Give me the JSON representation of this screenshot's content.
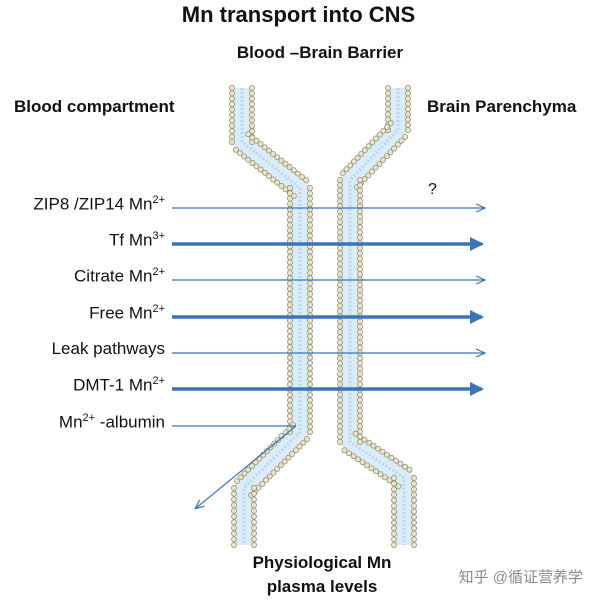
{
  "title": "Mn transport into CNS",
  "barrier_label": "Blood –Brain Barrier",
  "left_region": "Blood compartment",
  "right_region": "Brain Parenchyma",
  "bottom_label_line1": "Physiological Mn",
  "bottom_label_line2": "plasma levels",
  "question_mark": "?",
  "watermark": "知乎 @循证营养学",
  "pathways": [
    {
      "pre": "ZIP8 /ZIP14 Mn",
      "sup": "2+",
      "post": "",
      "arrow": "thin"
    },
    {
      "pre": "Tf Mn",
      "sup": "3+",
      "post": "",
      "arrow": "thick"
    },
    {
      "pre": "Citrate Mn",
      "sup": "2+",
      "post": "",
      "arrow": "thin"
    },
    {
      "pre": "Free Mn",
      "sup": "2+",
      "post": "",
      "arrow": "thick"
    },
    {
      "pre": "Leak pathways",
      "sup": "",
      "post": "",
      "arrow": "thin"
    },
    {
      "pre": "DMT-1 Mn",
      "sup": "2+",
      "post": "",
      "arrow": "thick"
    },
    {
      "pre": "Mn",
      "sup": "2+",
      "post": " -albumin",
      "arrow": "down-left"
    }
  ],
  "colors": {
    "arrow": "#3b74b8",
    "membrane_fill": "#d9ecf7",
    "bead_fill": "#e8e4cc",
    "bead_stroke": "#8e8a6c"
  }
}
